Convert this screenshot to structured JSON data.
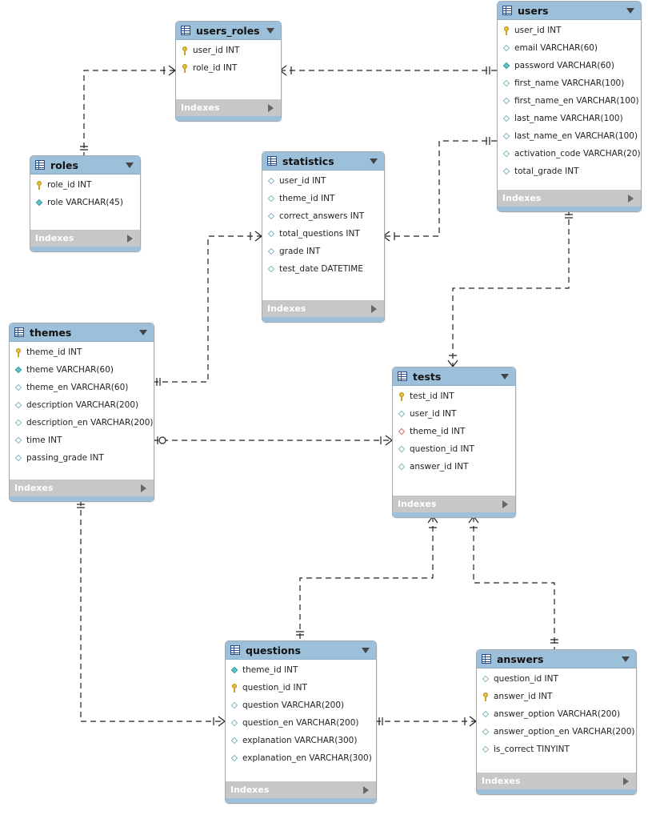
{
  "indexes_label": "Indexes",
  "colors": {
    "header": "#9dc0da",
    "indexes_bar": "#c7c7c7",
    "primary_key": "#e8c23a",
    "foreign_key": "#5cc2cc"
  },
  "tables": {
    "users_roles": {
      "name": "users_roles",
      "columns": [
        {
          "text": "user_id INT",
          "icon": "primary-key-icon"
        },
        {
          "text": "role_id INT",
          "icon": "primary-key-icon"
        }
      ]
    },
    "users": {
      "name": "users",
      "columns": [
        {
          "text": "user_id INT",
          "icon": "primary-key-icon"
        },
        {
          "text": "email VARCHAR(60)",
          "icon": "column-icon"
        },
        {
          "text": "password VARCHAR(60)",
          "icon": "not-null-column-icon"
        },
        {
          "text": "first_name VARCHAR(100)",
          "icon": "column-icon"
        },
        {
          "text": "first_name_en VARCHAR(100)",
          "icon": "column-icon"
        },
        {
          "text": "last_name VARCHAR(100)",
          "icon": "column-icon"
        },
        {
          "text": "last_name_en VARCHAR(100)",
          "icon": "column-icon"
        },
        {
          "text": "activation_code VARCHAR(20)",
          "icon": "column-icon"
        },
        {
          "text": "total_grade INT",
          "icon": "column-icon"
        }
      ]
    },
    "roles": {
      "name": "roles",
      "columns": [
        {
          "text": "role_id INT",
          "icon": "primary-key-icon"
        },
        {
          "text": "role VARCHAR(45)",
          "icon": "not-null-column-icon"
        }
      ]
    },
    "statistics": {
      "name": "statistics",
      "columns": [
        {
          "text": "user_id INT",
          "icon": "column-icon"
        },
        {
          "text": "theme_id INT",
          "icon": "column-icon"
        },
        {
          "text": "correct_answers INT",
          "icon": "column-icon"
        },
        {
          "text": "total_questions INT",
          "icon": "column-icon"
        },
        {
          "text": "grade INT",
          "icon": "column-icon"
        },
        {
          "text": "test_date DATETIME",
          "icon": "column-icon"
        }
      ]
    },
    "themes": {
      "name": "themes",
      "columns": [
        {
          "text": "theme_id INT",
          "icon": "primary-key-icon"
        },
        {
          "text": "theme VARCHAR(60)",
          "icon": "not-null-column-icon"
        },
        {
          "text": "theme_en VARCHAR(60)",
          "icon": "column-icon"
        },
        {
          "text": "description VARCHAR(200)",
          "icon": "column-icon"
        },
        {
          "text": "description_en VARCHAR(200)",
          "icon": "column-icon"
        },
        {
          "text": "time INT",
          "icon": "column-icon"
        },
        {
          "text": "passing_grade INT",
          "icon": "column-icon"
        }
      ]
    },
    "tests": {
      "name": "tests",
      "columns": [
        {
          "text": "test_id INT",
          "icon": "primary-key-icon"
        },
        {
          "text": "user_id INT",
          "icon": "column-icon"
        },
        {
          "text": "theme_id INT",
          "icon": "foreign-key-column-icon"
        },
        {
          "text": "question_id INT",
          "icon": "column-icon"
        },
        {
          "text": "answer_id INT",
          "icon": "column-icon"
        }
      ]
    },
    "questions": {
      "name": "questions",
      "columns": [
        {
          "text": "theme_id INT",
          "icon": "not-null-column-icon"
        },
        {
          "text": "question_id INT",
          "icon": "primary-key-icon"
        },
        {
          "text": "question VARCHAR(200)",
          "icon": "column-icon"
        },
        {
          "text": "question_en VARCHAR(200)",
          "icon": "column-icon"
        },
        {
          "text": "explanation VARCHAR(300)",
          "icon": "column-icon"
        },
        {
          "text": "explanation_en VARCHAR(300)",
          "icon": "column-icon"
        }
      ]
    },
    "answers": {
      "name": "answers",
      "columns": [
        {
          "text": "question_id INT",
          "icon": "column-icon"
        },
        {
          "text": "answer_id INT",
          "icon": "primary-key-icon"
        },
        {
          "text": "answer_option VARCHAR(200)",
          "icon": "column-icon"
        },
        {
          "text": "answer_option_en VARCHAR(200)",
          "icon": "column-icon"
        },
        {
          "text": "is_correct TINYINT",
          "icon": "column-icon"
        }
      ]
    }
  }
}
